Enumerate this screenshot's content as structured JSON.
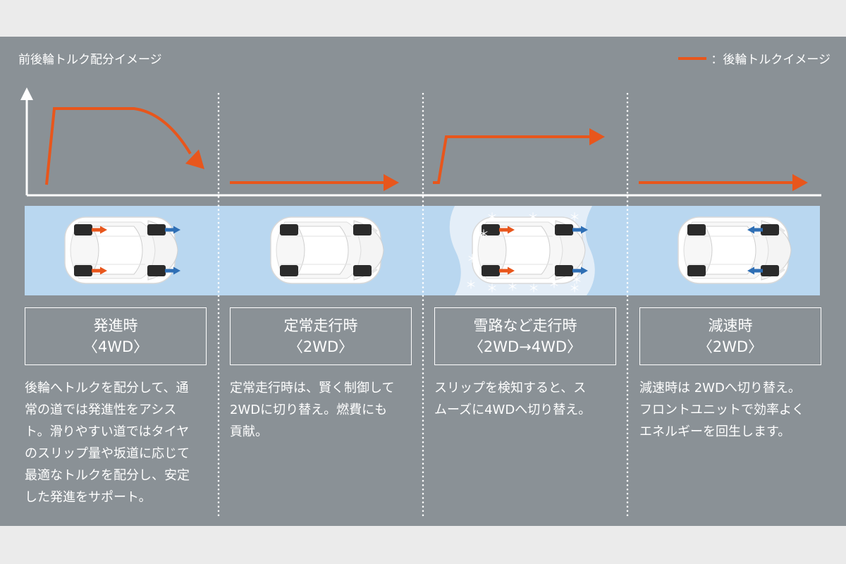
{
  "header": {
    "title": "前後輪トルク配分イメージ",
    "legend_label": "：後輪トルクイメージ"
  },
  "colors": {
    "torque_line": "#e8561c",
    "rear_arrow": "#e8561c",
    "front_arrow": "#2f6fb5",
    "road": "#b9d7f0",
    "panel": "#8a9196"
  },
  "snow_symbol": "＊",
  "phases": [
    {
      "title": "発進時",
      "drive": "〈4WD〉",
      "description_lines": [
        "後輪へトルクを配分して、通",
        "常の道では発進性をアシス",
        "ト。滑りやすい道ではタイヤ",
        "のスリップ量や坂道に応じて",
        "最適なトルクを配分し、安定",
        "した発進をサポート。"
      ]
    },
    {
      "title": "定常走行時",
      "drive": "〈2WD〉",
      "description_lines": [
        "定常走行時は、賢く制御して",
        "2WDに切り替え。燃費にも",
        "貢献。"
      ]
    },
    {
      "title": "雪路など走行時",
      "drive": "〈2WD→4WD〉",
      "description_lines": [
        "スリップを検知すると、ス",
        "ムーズに4WDへ切り替え。"
      ]
    },
    {
      "title": "減速時",
      "drive": "〈2WD〉",
      "description_lines": [
        "減速時は 2WDへ切り替え。",
        "フロントユニットで効率よく",
        "エネルギーを回生します。"
      ]
    }
  ]
}
